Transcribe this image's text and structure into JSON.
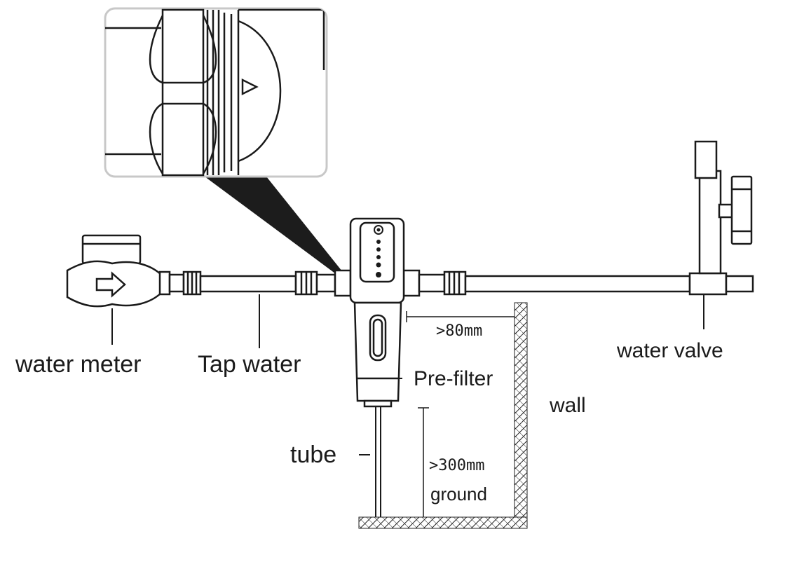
{
  "labels": {
    "water_meter": "water meter",
    "tap_water": "Tap water",
    "pre_filter": "Pre-filter",
    "tube": "tube",
    "water_valve": "water valve",
    "wall": "wall",
    "ground": "ground",
    "clearance_wall": ">80mm",
    "clearance_ground": ">300mm"
  },
  "colors": {
    "line": "#1a1a1a",
    "zoom_cone": "#1c1c1c",
    "inset_border": "#c8c8c8",
    "hatch": "#222222"
  }
}
